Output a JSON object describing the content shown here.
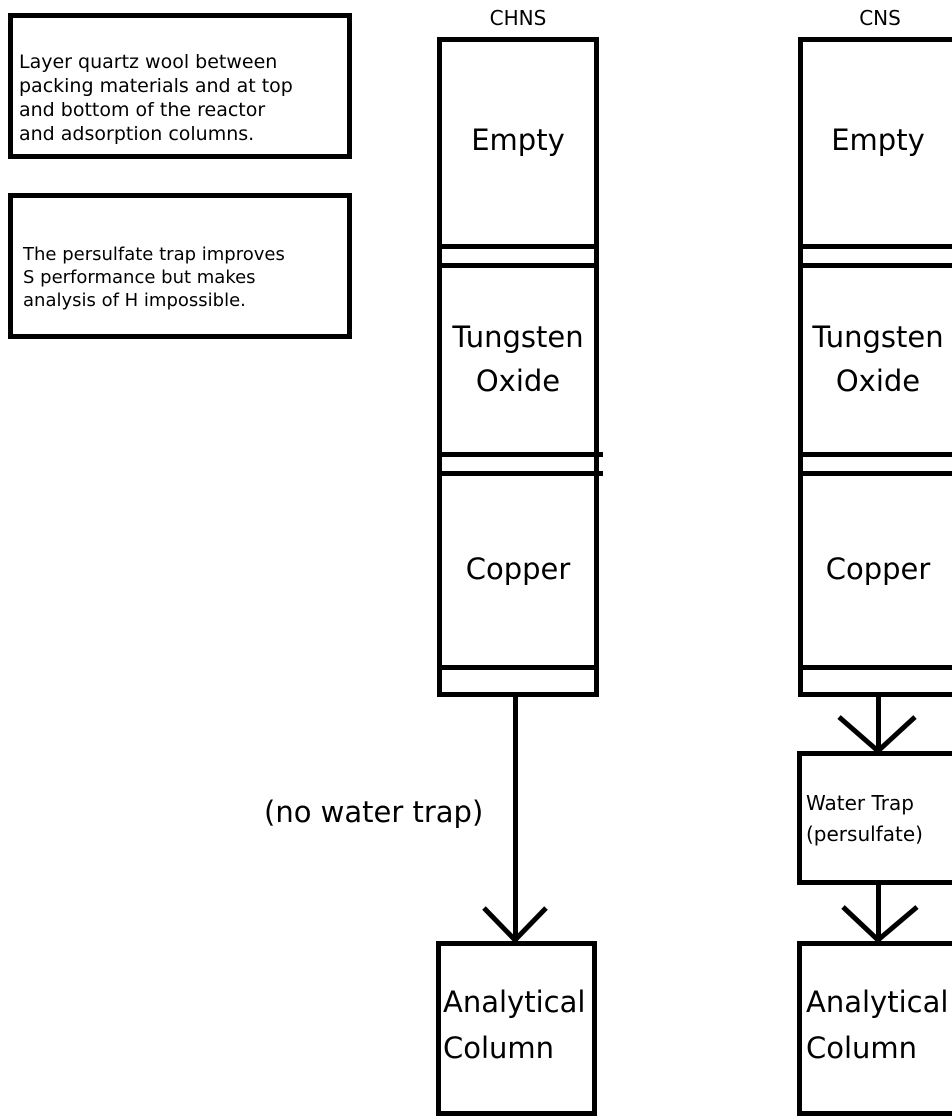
{
  "notes": {
    "quartz_wool": "Layer quartz wool between\npacking materials and at top\nand bottom of the reactor\nand adsorption columns.",
    "persulfate": "The persulfate trap improves\nS performance but makes\nanalysis of H impossible."
  },
  "chns": {
    "title": "CHNS",
    "segments": [
      "Empty",
      "Tungsten\nOxide",
      "Copper"
    ],
    "connector_label": "(no water trap)",
    "analytical_column": "Analytical\nColumn"
  },
  "cns": {
    "title": "CNS",
    "segments": [
      "Empty",
      "Tungsten\nOxide",
      "Copper"
    ],
    "water_trap": "Water Trap\n(persulfate)",
    "analytical_column": "Analytical\nColumn"
  }
}
